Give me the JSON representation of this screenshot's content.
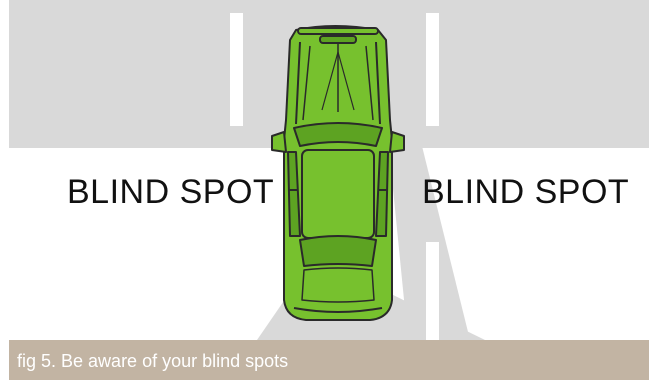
{
  "labels": {
    "left": "BLIND SPOT",
    "right": "BLIND SPOT"
  },
  "caption": "fig 5. Be aware of your blind spots",
  "colors": {
    "road": "#d9d9d9",
    "lane_marking": "#ffffff",
    "car_body": "#77c12e",
    "car_outline": "#2a2a2a",
    "caption_bar": "#c2b4a3"
  }
}
